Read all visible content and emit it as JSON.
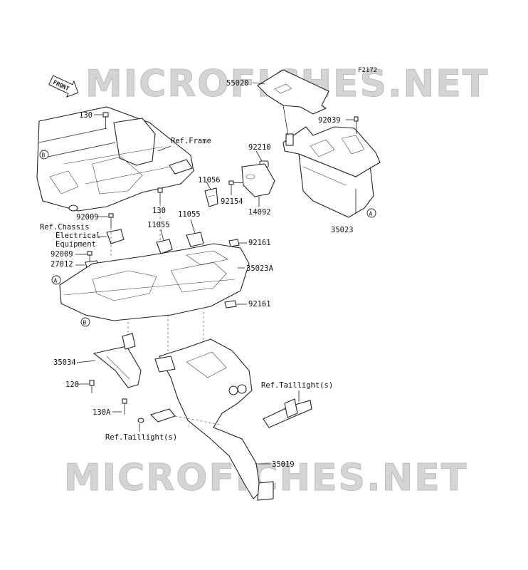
{
  "watermark": {
    "text": "MICROFICHES.NET"
  },
  "diagram_code": "F2172",
  "front_marker": "FRONT",
  "refs": {
    "frame": "Ref.Frame",
    "chassis_line1": "Ref.Chassis",
    "chassis_line2": "Electrical",
    "chassis_line3": "Equipment",
    "taillight_right": "Ref.Taillight(s)",
    "taillight_bottom": "Ref.Taillight(s)"
  },
  "callouts": {
    "A": "A",
    "B": "B"
  },
  "parts": {
    "p55020": "55020",
    "p130_top": "130",
    "p92039": "92039",
    "p92210": "92210",
    "p11056": "11056",
    "p130_mid": "130",
    "p92154": "92154",
    "p14092": "14092",
    "p35023": "35023",
    "p92009_a": "92009",
    "p11055_a": "11055",
    "p11055_b": "11055",
    "p92161_a": "92161",
    "p92009_b": "92009",
    "p27012": "27012",
    "p35023A": "35023A",
    "p92161_b": "92161",
    "p35034": "35034",
    "p120": "120",
    "p130A": "130A",
    "p35019": "35019"
  }
}
